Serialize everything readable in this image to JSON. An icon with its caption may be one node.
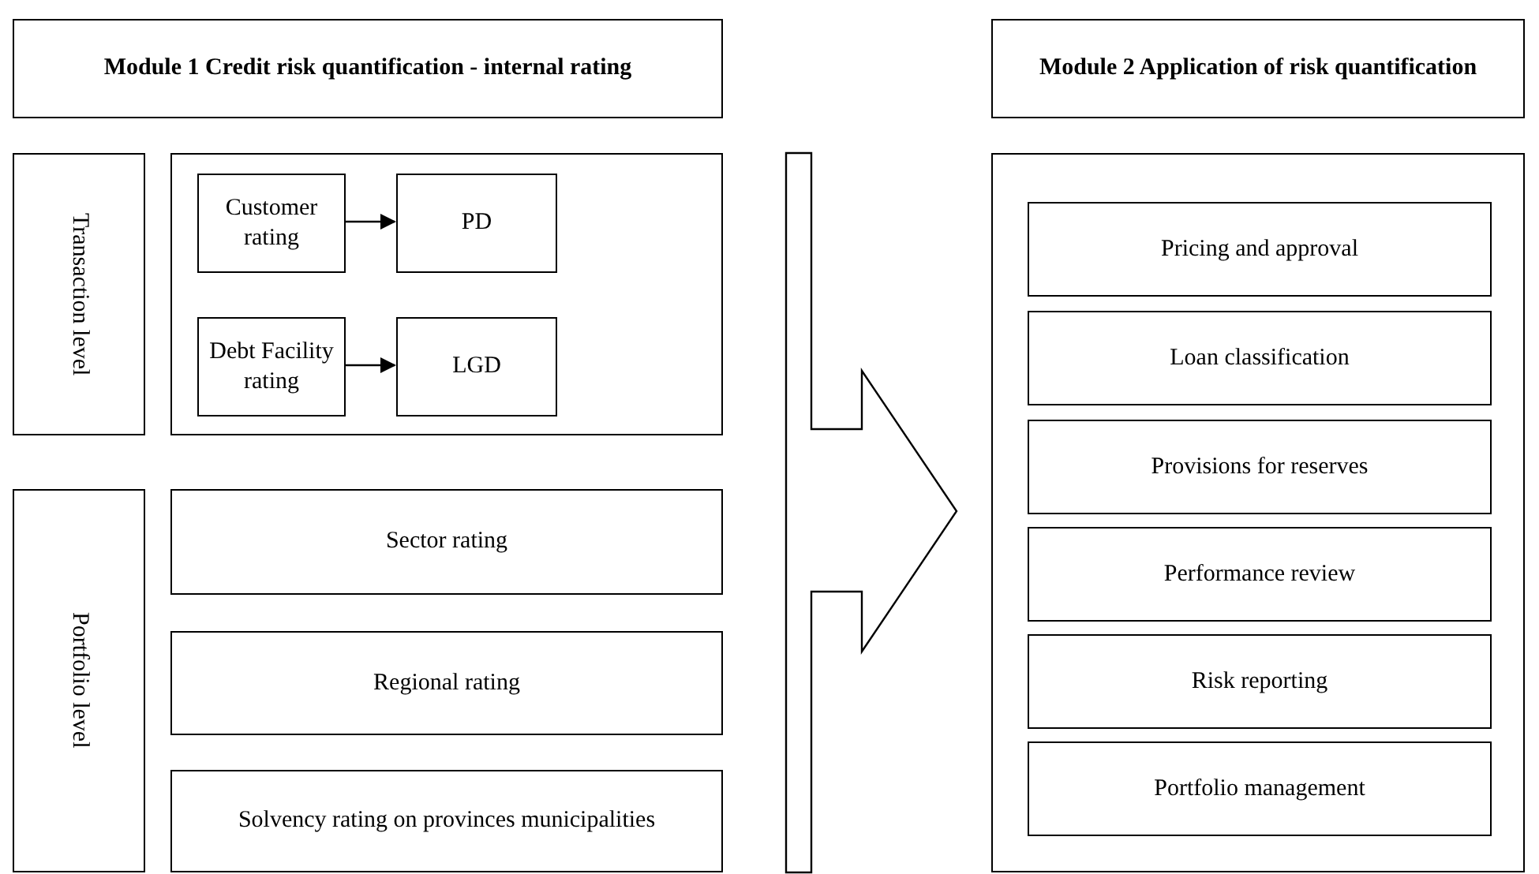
{
  "diagram": {
    "nodes": [
      {
        "text": [
          "Module 1   Credit risk quantification - internal rating"
        ]
      },
      {
        "text": [
          "Transaction level"
        ]
      },
      {
        "text": [],
        "shape": "box"
      },
      {
        "text": [
          "Customer rating"
        ],
        "in": 2
      },
      {
        "text": [
          "PD"
        ],
        "in": 2
      },
      {
        "text": [
          "Debt Facility rating"
        ],
        "in": 2
      },
      {
        "text": [
          "LGD"
        ],
        "in": 2
      },
      {
        "text": [
          "Portfolio level"
        ]
      },
      {
        "text": [
          "Sector rating"
        ]
      },
      {
        "text": [
          "Regional rating"
        ]
      },
      {
        "text": [
          "Solvency rating on provinces municipalities"
        ]
      },
      {
        "text": [
          "Module 2  Application of risk quantification"
        ]
      },
      {
        "text": [],
        "shape": "box"
      },
      {
        "text": [
          "Pricing and approval"
        ],
        "in": 12
      },
      {
        "text": [
          "Loan classification"
        ],
        "in": 12
      },
      {
        "text": [
          "Provisions for reserves"
        ],
        "in": 12
      },
      {
        "text": [
          "Performance review"
        ],
        "in": 12
      },
      {
        "text": [
          "Risk reporting"
        ],
        "in": 12
      },
      {
        "text": [
          "Portfolio management"
        ],
        "in": 12
      }
    ],
    "edges": [
      {
        "from": 3,
        "to": 4,
        "arrow": "to"
      },
      {
        "from": 5,
        "to": 6,
        "arrow": "to"
      },
      {
        "from": null,
        "to": 12,
        "arrow": "to",
        "style": "thick"
      }
    ]
  }
}
